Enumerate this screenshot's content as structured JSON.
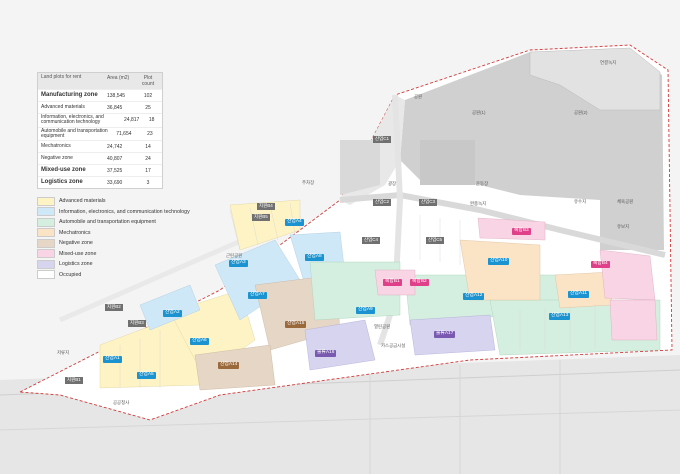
{
  "table": {
    "headers": [
      "Land plots for rent",
      "Area (m2)",
      "Plot count"
    ],
    "rows": [
      {
        "name": "Manufacturing zone",
        "area": "138,545",
        "count": "102",
        "bold": true
      },
      {
        "name": "Advanced materials",
        "area": "36,845",
        "count": "25"
      },
      {
        "name": "Information, electronics, and communication technology",
        "area": "24,817",
        "count": "18"
      },
      {
        "name": "Automobile and transportation equipment",
        "area": "71,654",
        "count": "23"
      },
      {
        "name": "Mechatronics",
        "area": "24,742",
        "count": "14"
      },
      {
        "name": "Negative zone",
        "area": "40,807",
        "count": "24"
      },
      {
        "name": "Mixed-use zone",
        "area": "37,525",
        "count": "17",
        "bold": true
      },
      {
        "name": "Logistics zone",
        "area": "33,690",
        "count": "3",
        "bold": true
      }
    ]
  },
  "legend": [
    {
      "label": "Advanced materials",
      "color": "#fdf3c4"
    },
    {
      "label": "Information, electronics, and communication technology",
      "color": "#cfe8f8"
    },
    {
      "label": "Automobile and transportation equipment",
      "color": "#d4efdf"
    },
    {
      "label": "Mechatronics",
      "color": "#fbe3c6"
    },
    {
      "label": "Negative zone",
      "color": "#e6d6c6"
    },
    {
      "label": "Mixed-use zone",
      "color": "#f9d4e4"
    },
    {
      "label": "Logistics zone",
      "color": "#d6d4ef"
    },
    {
      "label": "Occupied",
      "color": "#ffffff"
    }
  ],
  "zone_tags": [
    {
      "text": "산업A1",
      "color": "#1a93d0"
    },
    {
      "text": "산업A2",
      "color": "#1a93d0"
    },
    {
      "text": "산업A3",
      "color": "#1a93d0"
    },
    {
      "text": "산업A4",
      "color": "#1a93d0"
    },
    {
      "text": "산업A5",
      "color": "#1a93d0"
    },
    {
      "text": "산업A6",
      "color": "#1a93d0"
    },
    {
      "text": "산업A7",
      "color": "#1a93d0"
    },
    {
      "text": "산업A8",
      "color": "#1a93d0"
    },
    {
      "text": "산업A9",
      "color": "#1a93d0"
    },
    {
      "text": "산업A10",
      "color": "#1a93d0"
    },
    {
      "text": "산업A11",
      "color": "#1a93d0"
    },
    {
      "text": "산업A12",
      "color": "#1a93d0"
    },
    {
      "text": "산업A13",
      "color": "#1a93d0"
    },
    {
      "text": "산업A14",
      "color": "#9b6a3c"
    },
    {
      "text": "산업A15",
      "color": "#9b6a3c"
    },
    {
      "text": "복합B1",
      "color": "#e0408a"
    },
    {
      "text": "복합B2",
      "color": "#e0408a"
    },
    {
      "text": "복합B3",
      "color": "#e0408a"
    },
    {
      "text": "복합B4",
      "color": "#e0408a"
    },
    {
      "text": "물류A16",
      "color": "#7a5ab0"
    },
    {
      "text": "물류A17",
      "color": "#7a5ab0"
    }
  ],
  "grey_tags": [
    "지원B1",
    "지원B2",
    "지원B3",
    "지원B4",
    "산업C1",
    "산업C2",
    "산업C3",
    "산업C4",
    "산업C5",
    "지원B5"
  ],
  "place_labels": [
    "공원(1)",
    "공원(2)",
    "근린공원",
    "주차장",
    "완충녹지",
    "체육공원",
    "유수지",
    "공원",
    "열린공원",
    "가스공급시설",
    "광장",
    "저류지",
    "운동장",
    "공공청사",
    "연결녹지",
    "유보지"
  ]
}
